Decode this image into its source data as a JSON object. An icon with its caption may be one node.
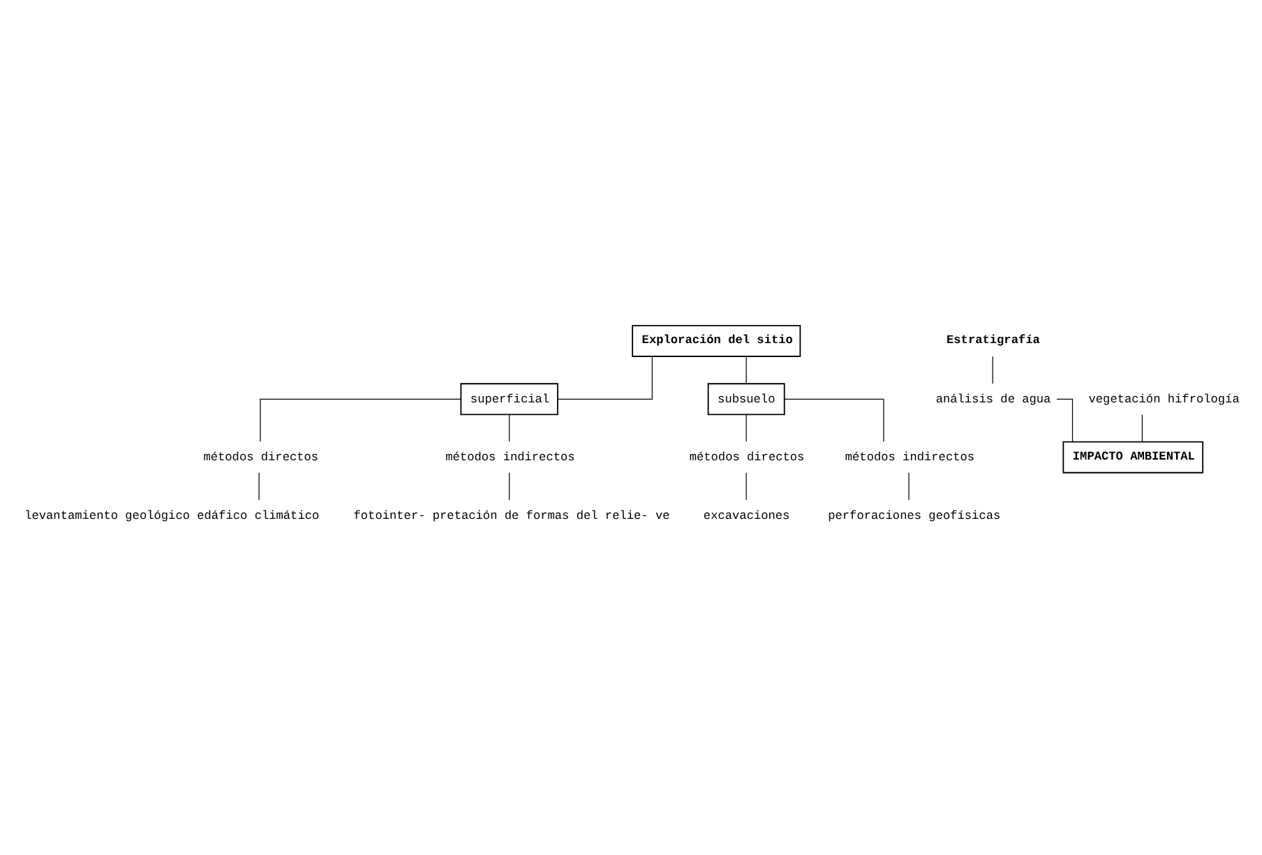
{
  "diagram": {
    "nodes": [
      {
        "text": [
          "Exploración del sitio"
        ]
      },
      {
        "text": [
          "superficial"
        ]
      },
      {
        "text": [
          "subsuelo"
        ]
      },
      {
        "text": [
          "métodos directos"
        ]
      },
      {
        "text": [
          "métodos indirectos"
        ]
      },
      {
        "text": [
          "métodos directos"
        ]
      },
      {
        "text": [
          "métodos indirectos"
        ]
      },
      {
        "text": [
          "levantamiento geológico edáfico climático"
        ]
      },
      {
        "text": [
          "fotointer- pretación de formas del relie- ve"
        ]
      },
      {
        "text": [
          "excavaciones"
        ]
      },
      {
        "text": [
          "perforaciones geofísicas"
        ]
      },
      {
        "text": [
          "Estratigrafía"
        ]
      },
      {
        "text": [
          "análisis de agua"
        ]
      },
      {
        "text": [
          "vegetación hifrología"
        ]
      },
      {
        "text": [
          "IMPACTO AMBIENTAL"
        ]
      }
    ],
    "edges": [
      {
        "from": 0,
        "to": 1,
        "arrow": "none"
      },
      {
        "from": 0,
        "to": 2,
        "arrow": "none"
      },
      {
        "from": 1,
        "to": 3,
        "arrow": "none"
      },
      {
        "from": 1,
        "to": 4,
        "arrow": "none"
      },
      {
        "from": 2,
        "to": 5,
        "arrow": "none"
      },
      {
        "from": 2,
        "to": 6,
        "arrow": "none"
      },
      {
        "from": 3,
        "to": 7,
        "arrow": "none"
      },
      {
        "from": 4,
        "to": 8,
        "arrow": "none"
      },
      {
        "from": 5,
        "to": 9,
        "arrow": "none"
      },
      {
        "from": 6,
        "to": 10,
        "arrow": "none"
      },
      {
        "from": 11,
        "to": 12,
        "arrow": "none"
      },
      {
        "from": 13,
        "to": 14,
        "arrow": "none"
      },
      {
        "from": 12,
        "to": 14,
        "arrow": "none"
      }
    ]
  }
}
